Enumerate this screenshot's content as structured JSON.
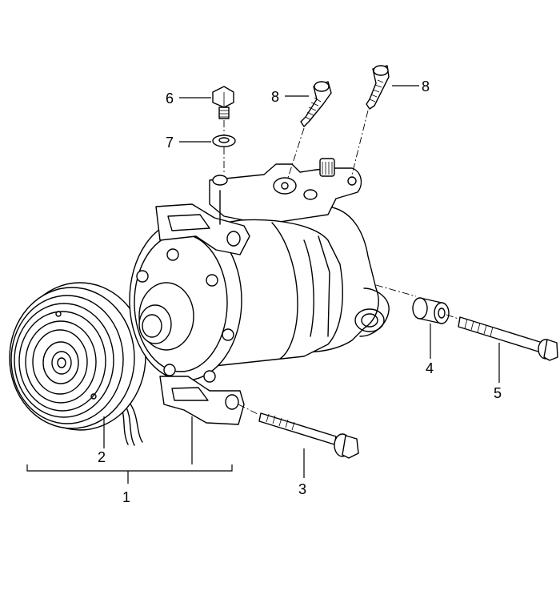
{
  "callouts": {
    "c1": "1",
    "c2": "2",
    "c3": "3",
    "c4": "4",
    "c5": "5",
    "c6": "6",
    "c7": "7",
    "c8a": "8",
    "c8b": "8"
  }
}
